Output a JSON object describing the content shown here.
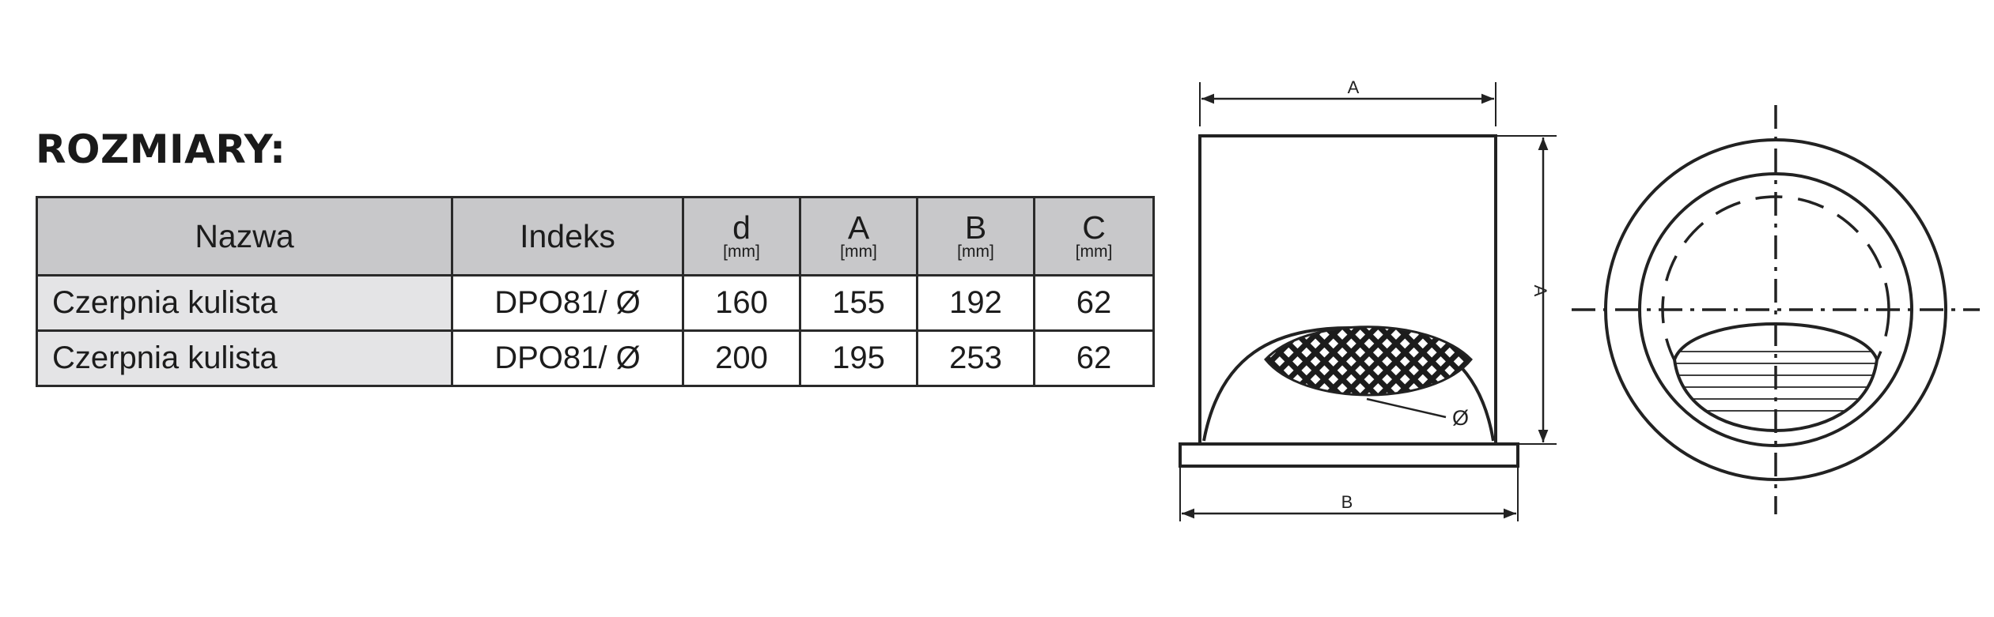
{
  "heading": "ROZMIARY:",
  "table": {
    "headers": [
      {
        "label": "Nazwa",
        "unit": ""
      },
      {
        "label": "Indeks",
        "unit": ""
      },
      {
        "label": "d",
        "unit": "[mm]"
      },
      {
        "label": "A",
        "unit": "[mm]"
      },
      {
        "label": "B",
        "unit": "[mm]"
      },
      {
        "label": "C",
        "unit": "[mm]"
      }
    ],
    "rows": [
      [
        "Czerpnia kulista",
        "DPO81/ Ø",
        "160",
        "155",
        "192",
        "62"
      ],
      [
        "Czerpnia kulista",
        "DPO81/ Ø",
        "200",
        "195",
        "253",
        "62"
      ]
    ]
  },
  "drawing": {
    "side_view": {
      "dim_top": "A",
      "dim_right": "A",
      "dim_bottom": "B",
      "diameter_label": "Ø"
    }
  }
}
